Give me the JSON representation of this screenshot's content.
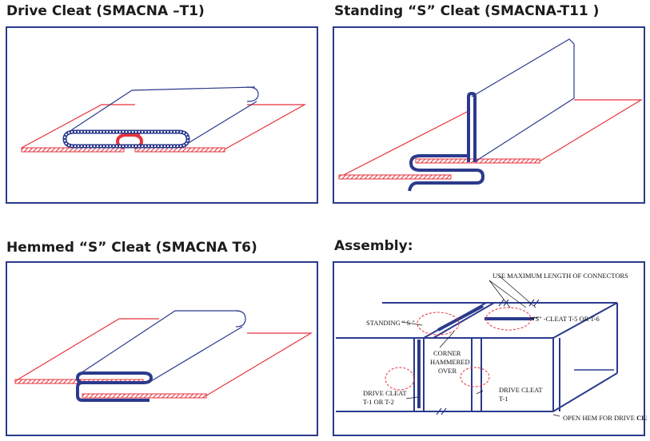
{
  "panels": [
    {
      "title": "Drive Cleat (SMACNA –T1)"
    },
    {
      "title": "Standing “S” Cleat (SMACNA-T11 )"
    },
    {
      "title": "Hemmed “S” Cleat (SMACNA T6)"
    },
    {
      "title": "Assembly:"
    }
  ],
  "assembly_labels": {
    "max_length": "USE MAXIMUM LENGTH OF CONNECTORS",
    "standing_s": "STANDING \" S \"",
    "s_cleat": "\"S\" -CLEAT T-5 OR T-6",
    "corner_1": "CORNER",
    "corner_2": "HAMMERED",
    "corner_3": "OVER",
    "drive_left_1": "DRIVE CLEAT",
    "drive_left_2": "T-1 OR T-2",
    "drive_right_1": "DRIVE CLEAT",
    "drive_right_2": "T-1",
    "open_hem": "OPEN HEM FOR DRIVE",
    "open_hem_bold": "CLEAT"
  },
  "colors": {
    "sheet": "#e8323c",
    "cleat": "#2b3a8c",
    "frame": "#2b3a8c"
  }
}
